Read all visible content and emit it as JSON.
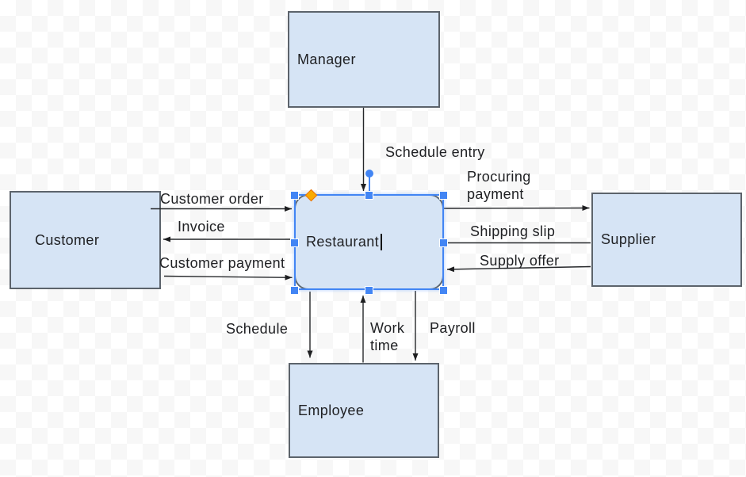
{
  "app": {
    "name": "diagram-editor-canvas",
    "canvas_checker_light": "#ffffff",
    "canvas_checker_dark": "#f7f7f7"
  },
  "palette": {
    "node_fill": "#d6e4f5",
    "node_border": "#5c636b",
    "edge_color": "#26282b",
    "text_color": "#202124",
    "selection_blue": "#4285f4",
    "adjust_handle_orange": "#f9ab00"
  },
  "diagram": {
    "nodes": {
      "manager": {
        "label": "Manager"
      },
      "customer": {
        "label": "Customer"
      },
      "supplier": {
        "label": "Supplier"
      },
      "employee": {
        "label": "Employee"
      },
      "restaurant": {
        "label": "Restaurant",
        "state": "editing-text"
      }
    },
    "edge_labels": {
      "schedule_entry": "Schedule entry",
      "customer_order": "Customer order",
      "invoice": "Invoice",
      "customer_payment": "Customer payment",
      "procuring_payment": "Procuring\npayment",
      "shipping_slip": "Shipping slip",
      "supply_offer": "Supply offer",
      "schedule": "Schedule",
      "work_time": "Work\ntime",
      "payroll": "Payroll"
    },
    "edges": [
      {
        "from": "manager",
        "to": "restaurant",
        "label": "Schedule entry"
      },
      {
        "from": "customer",
        "to": "restaurant",
        "label": "Customer order"
      },
      {
        "from": "restaurant",
        "to": "customer",
        "label": "Invoice"
      },
      {
        "from": "customer",
        "to": "restaurant",
        "label": "Customer payment"
      },
      {
        "from": "restaurant",
        "to": "supplier",
        "label": "Procuring payment"
      },
      {
        "from": "supplier",
        "to": "restaurant",
        "label": "Shipping slip"
      },
      {
        "from": "supplier",
        "to": "restaurant",
        "label": "Supply offer"
      },
      {
        "from": "restaurant",
        "to": "employee",
        "label": "Schedule"
      },
      {
        "from": "employee",
        "to": "restaurant",
        "label": "Work time"
      },
      {
        "from": "restaurant",
        "to": "employee",
        "label": "Payroll"
      }
    ],
    "selection": {
      "selected_node": "Restaurant"
    }
  }
}
